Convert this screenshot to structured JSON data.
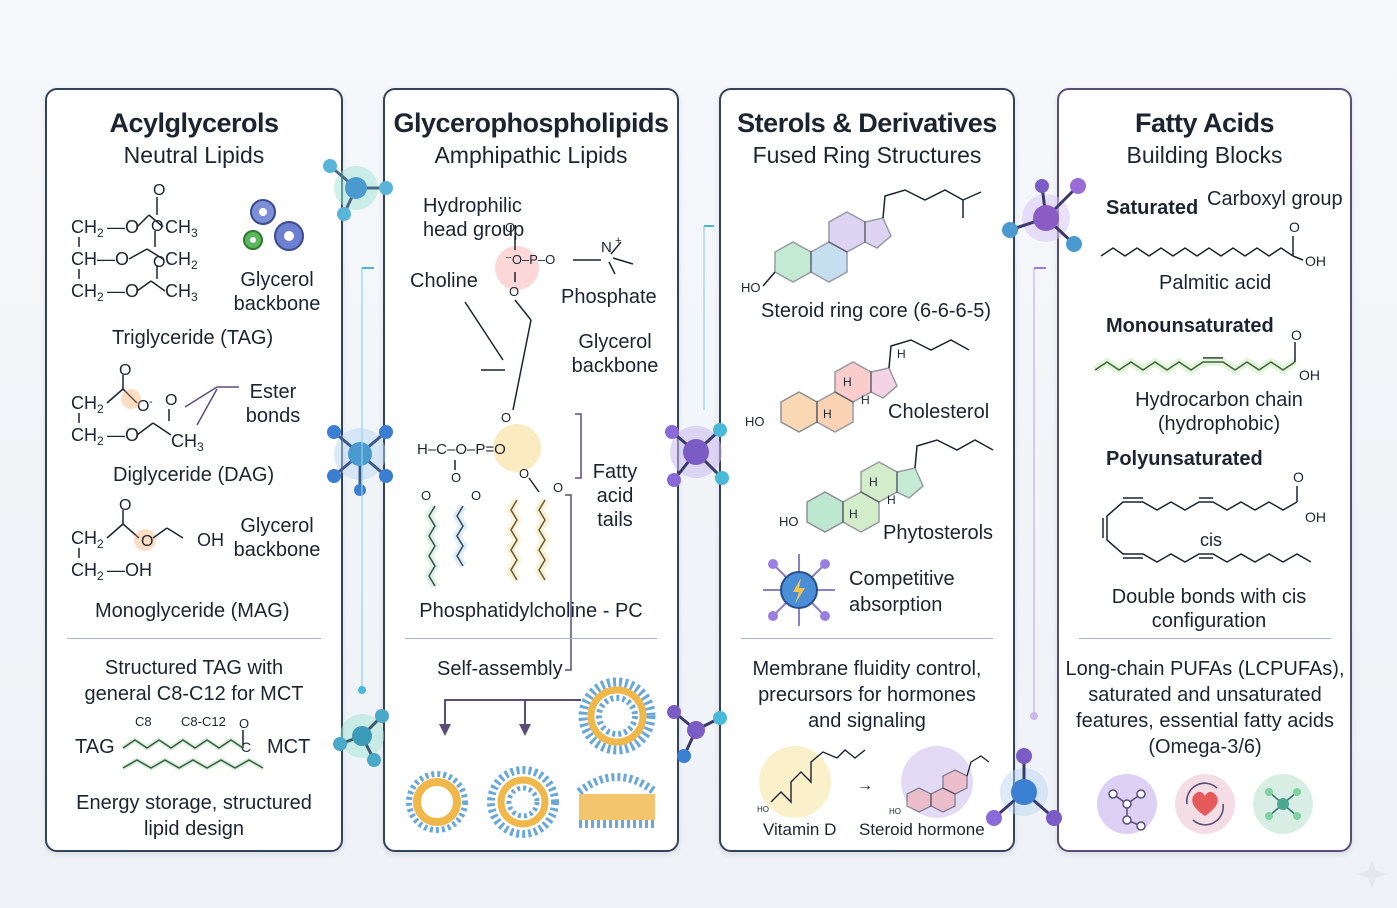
{
  "panels": [
    {
      "title": "Acylglycerols",
      "subtitle": "Neutral Lipids",
      "tag_label": "Triglyceride (TAG)",
      "glycerol_backbone_1": "Glycerol backbone",
      "ester_bonds": "Ester bonds",
      "dag_label": "Diglyceride (DAG)",
      "glycerol_backbone_2": "Glycerol backbone",
      "mag_label": "Monoglyceride (MAG)",
      "structured_tag": "Structured TAG with general C8-C12 for MCT",
      "tag_short": "TAG",
      "mct": "MCT",
      "c8": "C8",
      "c8c12": "C8-C12",
      "footer": "Energy storage, structured lipid design"
    },
    {
      "title": "Glycerophospholipids",
      "subtitle": "Amphipathic Lipids",
      "hydrophilic": "Hydrophilic head group",
      "choline": "Choline",
      "phosphate": "Phosphate",
      "glycerol_backbone": "Glycerol backbone",
      "fatty_acid_tails": "Fatty acid tails",
      "pc_label": "Phosphatidylcholine - PC",
      "self_assembly": "Self-assembly"
    },
    {
      "title": "Sterols & Derivatives",
      "subtitle": "Fused Ring Structures",
      "steroid_core": "Steroid ring core (6-6-6-5)",
      "cholesterol": "Cholesterol",
      "phytosterols": "Phytosterols",
      "competitive": "Competitive absorption",
      "membrane": "Membrane fluidity control, precursors for hormones and signaling",
      "vitamin_d": "Vitamin D",
      "steroid_hormone": "Steroid hormone"
    },
    {
      "title": "Fatty Acids",
      "subtitle": "Building Blocks",
      "saturated": "Saturated",
      "carboxyl": "Carboxyl group",
      "palmitic": "Palmitic acid",
      "monounsaturated": "Monounsaturated",
      "hydrocarbon": "Hydrocarbon chain (hydrophobic)",
      "polyunsaturated": "Polyunsaturated",
      "cis": "cis",
      "double_bonds": "Double bonds with cis configuration",
      "lcpufa": "Long-chain PUFAs (LCPUFAs), saturated and unsaturated features, essential fatty acids (Omega-3/6)"
    }
  ],
  "colors": {
    "border": "#33435a",
    "accent_purple": "#7a5cc4",
    "accent_blue": "#3a7fd1",
    "accent_teal": "#3aa7a0"
  }
}
